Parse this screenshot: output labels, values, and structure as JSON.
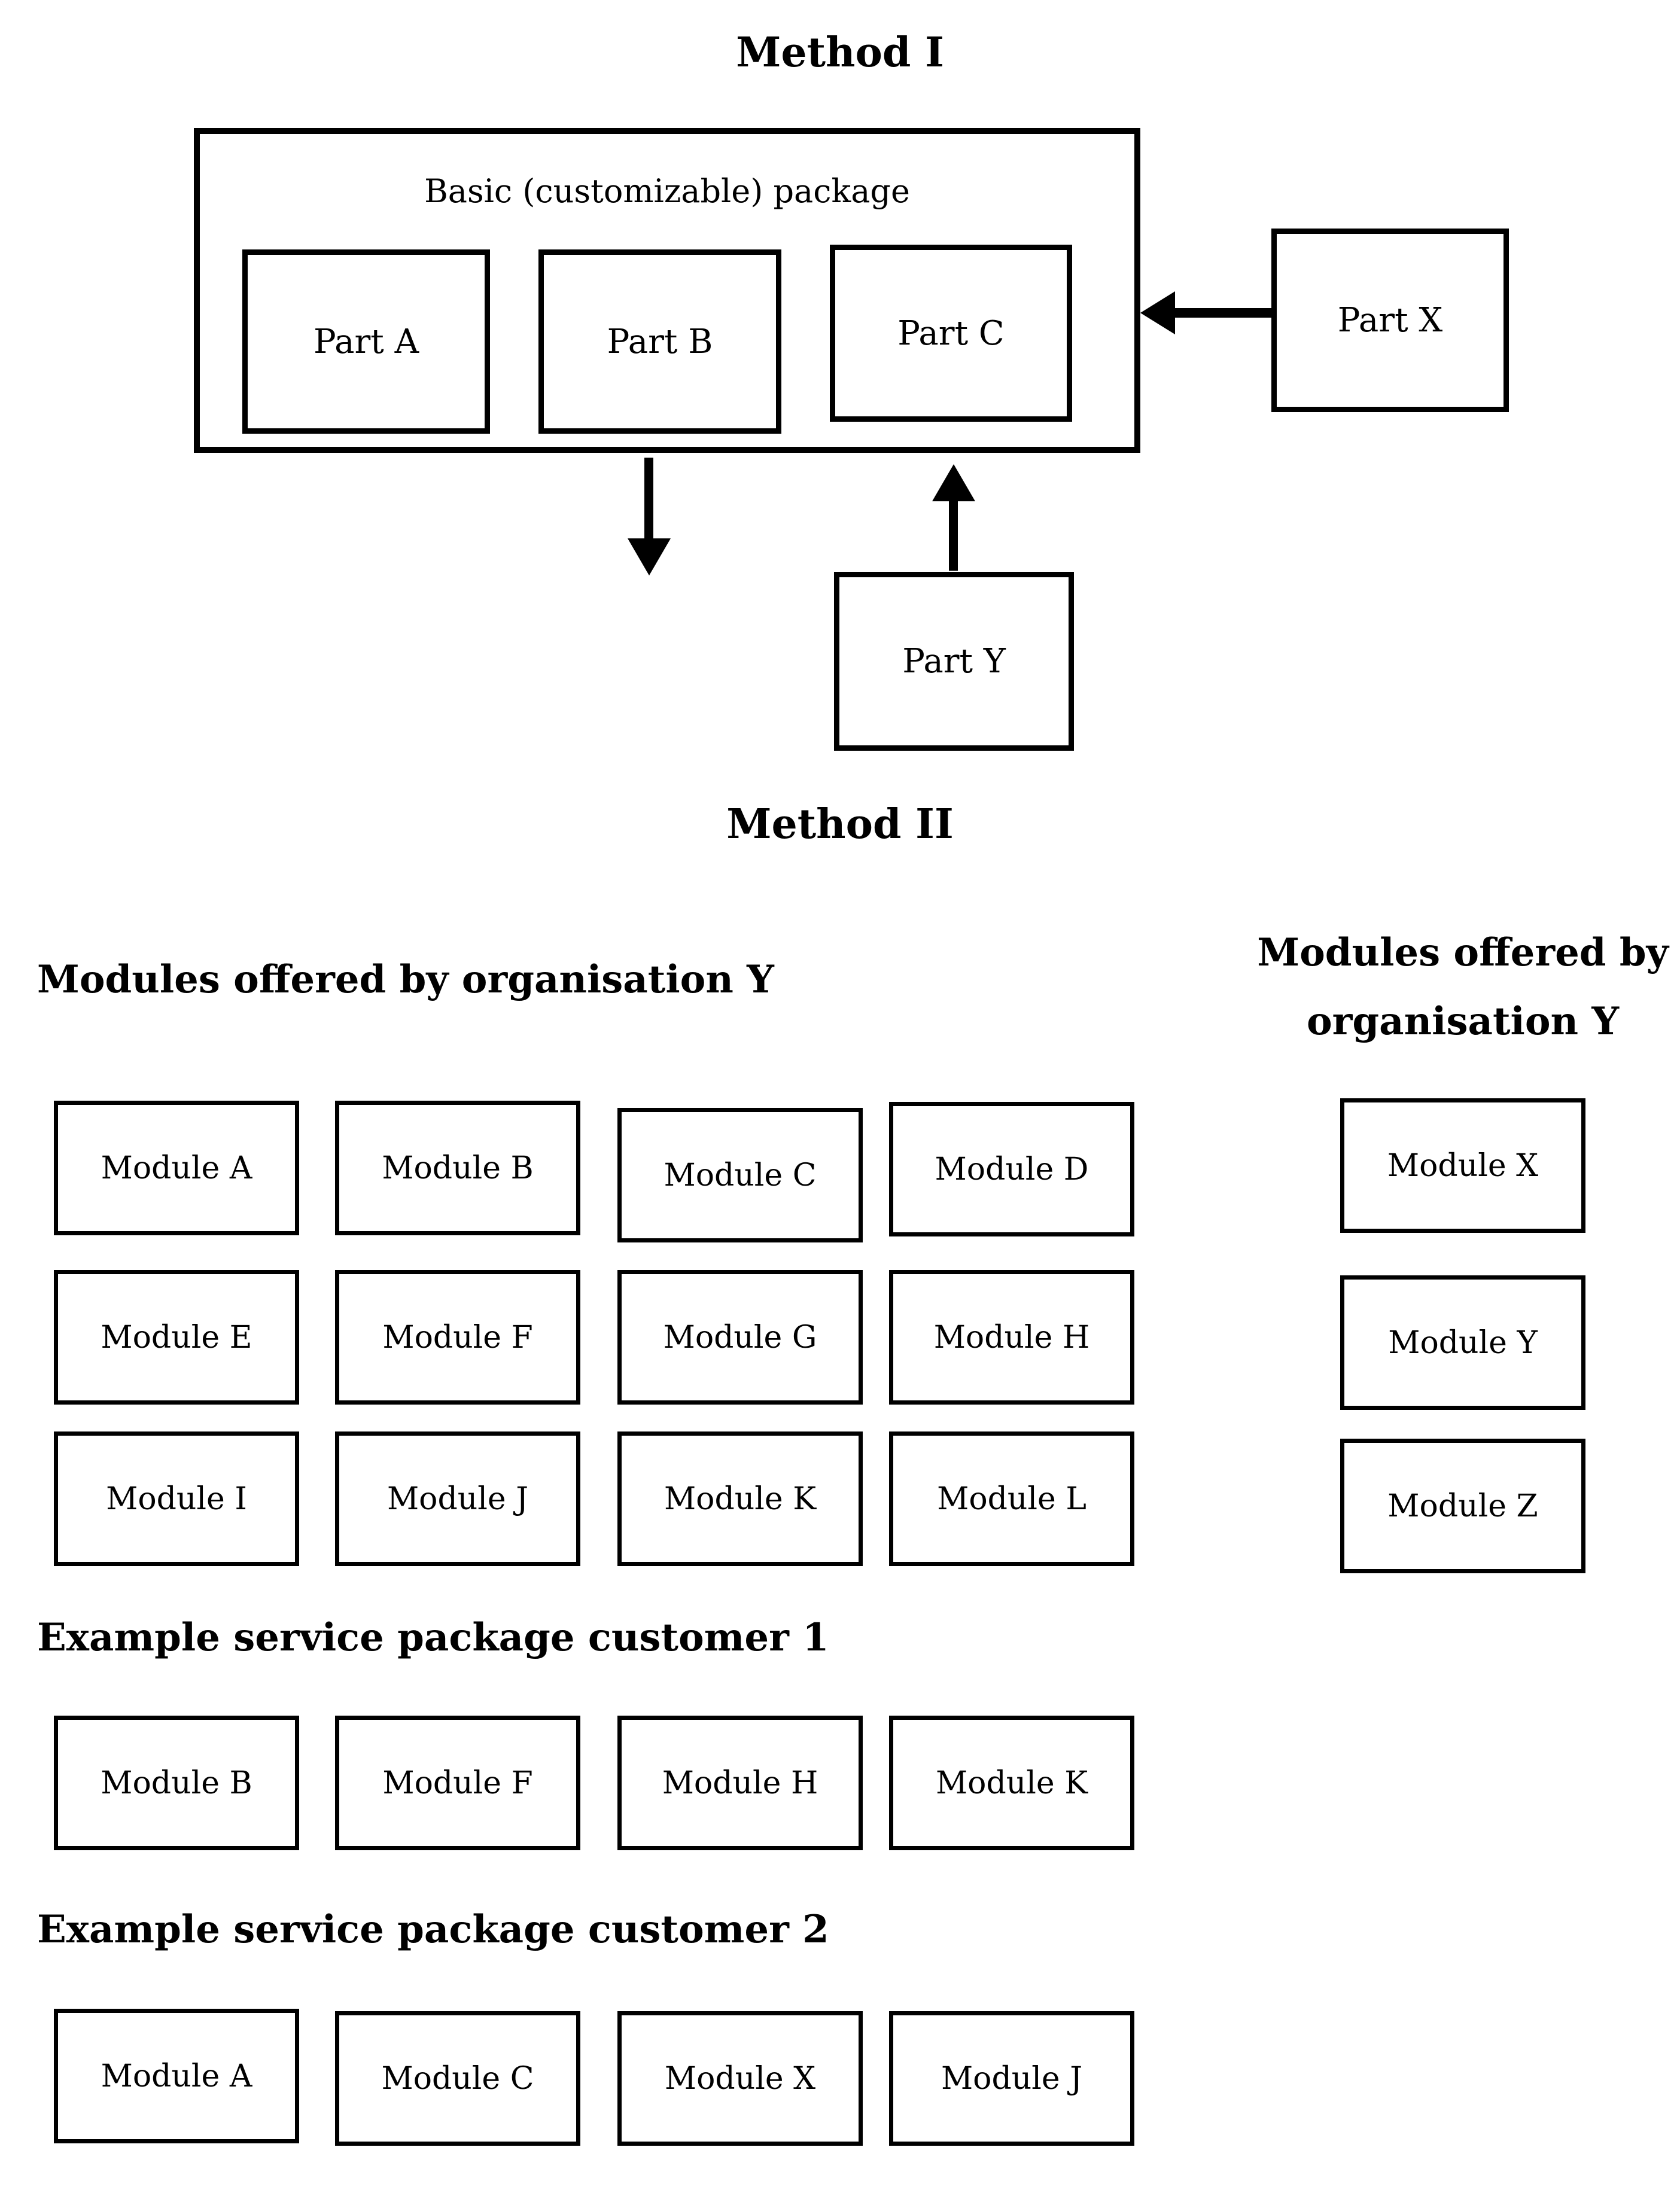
{
  "colors": {
    "ink": "#000000",
    "background": "#ffffff"
  },
  "method1": {
    "title": "Method I",
    "package_label": "Basic (customizable) package",
    "part_a": "Part A",
    "part_b": "Part B",
    "part_c": "Part C",
    "part_x": "Part X",
    "part_y": "Part Y",
    "arrows": [
      "part-x-into-package-left",
      "package-down-out",
      "part-y-up-into-part-c"
    ]
  },
  "method2": {
    "title": "Method II",
    "left_heading": "Modules offered by organisation Y",
    "right_heading_line1": "Modules offered by",
    "right_heading_line2": "organisation Y",
    "grid": [
      "Module A",
      "Module B",
      "Module C",
      "Module D",
      "Module E",
      "Module F",
      "Module G",
      "Module H",
      "Module I",
      "Module J",
      "Module K",
      "Module L"
    ],
    "right_column": [
      "Module X",
      "Module Y",
      "Module Z"
    ],
    "customer1": {
      "heading": "Example service package customer 1",
      "modules": [
        "Module B",
        "Module F",
        "Module H",
        "Module K"
      ]
    },
    "customer2": {
      "heading": "Example service package customer 2",
      "modules": [
        "Module A",
        "Module C",
        "Module X",
        "Module J"
      ]
    }
  }
}
